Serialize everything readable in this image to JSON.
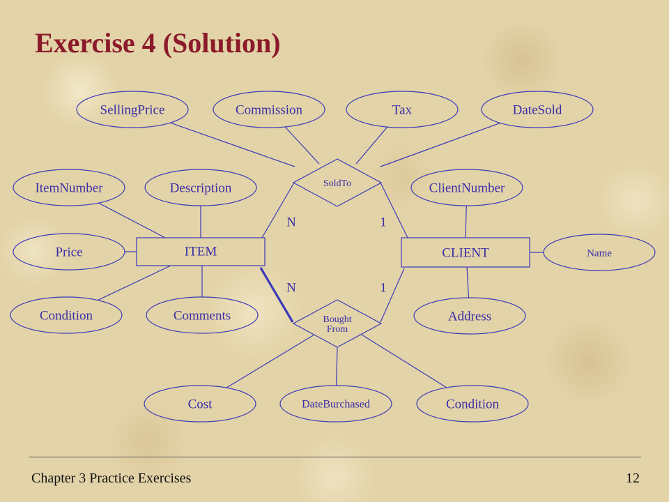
{
  "title": "Exercise 4 (Solution)",
  "footer": {
    "left": "Chapter 3 Practice Exercises",
    "page_number": "12"
  },
  "colors": {
    "title": "#8b1a2b",
    "diagram": "#3a3ab8",
    "text": "#3a2fa8"
  },
  "entities": [
    {
      "id": "item",
      "label": "ITEM"
    },
    {
      "id": "client",
      "label": "CLIENT"
    }
  ],
  "relationships": [
    {
      "id": "soldto",
      "label": "SoldTo",
      "entities": [
        "item",
        "client"
      ],
      "cardinality": [
        "N",
        "1"
      ]
    },
    {
      "id": "boughtfrom",
      "label": "Bought\nFrom",
      "entities": [
        "item",
        "client"
      ],
      "cardinality": [
        "N",
        "1"
      ]
    }
  ],
  "attributes": [
    {
      "id": "sellingprice",
      "label": "SellingPrice",
      "of": "soldto"
    },
    {
      "id": "commission",
      "label": "Commission",
      "of": "soldto"
    },
    {
      "id": "tax",
      "label": "Tax",
      "of": "soldto"
    },
    {
      "id": "datesold",
      "label": "DateSold",
      "of": "soldto"
    },
    {
      "id": "itemnumber",
      "label": "ItemNumber",
      "of": "item"
    },
    {
      "id": "description",
      "label": "Description",
      "of": "item"
    },
    {
      "id": "price",
      "label": "Price",
      "of": "item"
    },
    {
      "id": "condition-item",
      "label": "Condition",
      "of": "item"
    },
    {
      "id": "comments",
      "label": "Comments",
      "of": "item"
    },
    {
      "id": "clientnumber",
      "label": "ClientNumber",
      "of": "client"
    },
    {
      "id": "name",
      "label": "Name",
      "of": "client"
    },
    {
      "id": "address",
      "label": "Address",
      "of": "client"
    },
    {
      "id": "cost",
      "label": "Cost",
      "of": "boughtfrom"
    },
    {
      "id": "dateburchased",
      "label": "DateBurchased",
      "of": "boughtfrom"
    },
    {
      "id": "condition-bought",
      "label": "Condition",
      "of": "boughtfrom"
    }
  ]
}
